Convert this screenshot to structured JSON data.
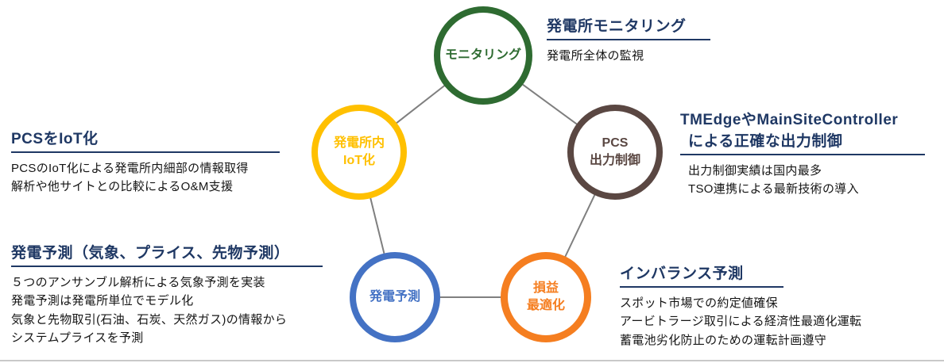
{
  "colors": {
    "monitoring_green": "#2e6b31",
    "pcs_brown": "#5a4742",
    "profit_orange": "#f57e20",
    "forecast_blue": "#4472c4",
    "iot_yellow": "#ffc000",
    "callout_title_navy": "#1f3864",
    "connector_gray": "#7f7f7f"
  },
  "diagram": {
    "circles": [
      {
        "name": "monitoring",
        "label_lines": [
          "モニタリング"
        ]
      },
      {
        "name": "pcs-output-control",
        "label_lines": [
          "PCS",
          "出力制御"
        ]
      },
      {
        "name": "profit-optimization",
        "label_lines": [
          "損益",
          "最適化"
        ]
      },
      {
        "name": "generation-forecast",
        "label_lines": [
          "発電予測"
        ]
      },
      {
        "name": "plant-iot",
        "label_lines": [
          "発電所内",
          "IoT化"
        ]
      }
    ]
  },
  "callouts": [
    {
      "title": "発電所モニタリング",
      "body": [
        "発電所全体の監視"
      ]
    },
    {
      "title_lines": [
        "TMEdgeやMainSiteController",
        "による正確な出力制御"
      ],
      "body": [
        "出力制御実績は国内最多",
        "TSO連携による最新技術の導入"
      ]
    },
    {
      "title": "インバランス予測",
      "body": [
        "スポット市場での約定値確保",
        "アービトラージ取引による経済性最適化運転",
        "蓄電池劣化防止のための運転計画遵守"
      ]
    },
    {
      "title": "発電予測（気象、プライス、先物予測）",
      "body": [
        "５つのアンサンブル解析による気象予測を実装",
        "発電予測は発電所単位でモデル化",
        "気象と先物取引(石油、石炭、天然ガス)の情報から",
        "システムプライスを予測"
      ]
    },
    {
      "title": "PCSをIoT化",
      "body": [
        "PCSのIoT化による発電所内細部の情報取得",
        "解析や他サイトとの比較によるO&M支援"
      ]
    }
  ]
}
